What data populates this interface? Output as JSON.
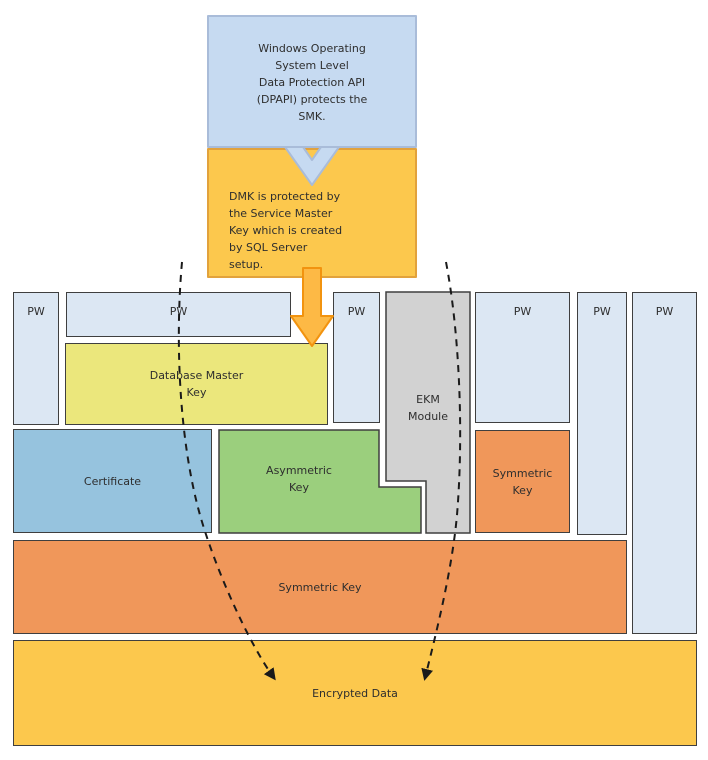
{
  "palette": {
    "callout_blue_fill": "#C6DAF1",
    "callout_blue_border": "#A9BCD9",
    "callout_orange_fill": "#FCC84D",
    "callout_orange_border": "#E2A23C",
    "pw_box_fill": "#DCE7F3",
    "database_master_key_fill": "#EBE77C",
    "certificate_fill": "#96C3DE",
    "asymmetric_key_fill": "#9BCF7D",
    "ekm_module_fill": "#D2D2D2",
    "symmetric_key_fill": "#F0975A",
    "encrypted_data_fill": "#FCC84D",
    "box_border": "#3F3F3F",
    "dashed_arrow": "#1A1A1A",
    "down_arrow_fill": "#FDB945",
    "down_arrow_border": "#F2930F"
  },
  "callouts": {
    "dpapi_text": "Windows Operating\nSystem Level\nData Protection API\n(DPAPI) protects the\nSMK.",
    "dmk_text": "DMK is protected by\nthe Service Master\nKey which is created\nby SQL Server\nsetup."
  },
  "labels": {
    "pw": "PW",
    "database_master_key": "Database Master\nKey",
    "ekm_module": "EKM\nModule",
    "certificate": "Certificate",
    "asymmetric_key": "Asymmetric\nKey",
    "symmetric_key": "Symmetric\nKey",
    "symmetric_key_band": "Symmetric Key",
    "encrypted_data": "Encrypted Data"
  }
}
